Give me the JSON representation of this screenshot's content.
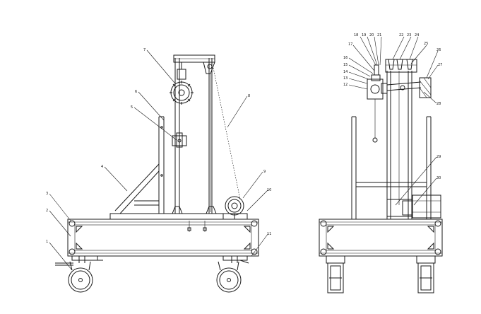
{
  "colors": {
    "line": "#1a1a1a",
    "background": "#ffffff"
  },
  "left_view": {
    "callouts": [
      "1",
      "2",
      "3",
      "4",
      "5",
      "6",
      "7",
      "8",
      "9",
      "10",
      "11"
    ]
  },
  "right_view": {
    "callouts": [
      "12",
      "13",
      "14",
      "15",
      "16",
      "17",
      "18",
      "19",
      "20",
      "21",
      "22",
      "23",
      "24",
      "25",
      "26",
      "27",
      "28",
      "29",
      "30"
    ]
  }
}
